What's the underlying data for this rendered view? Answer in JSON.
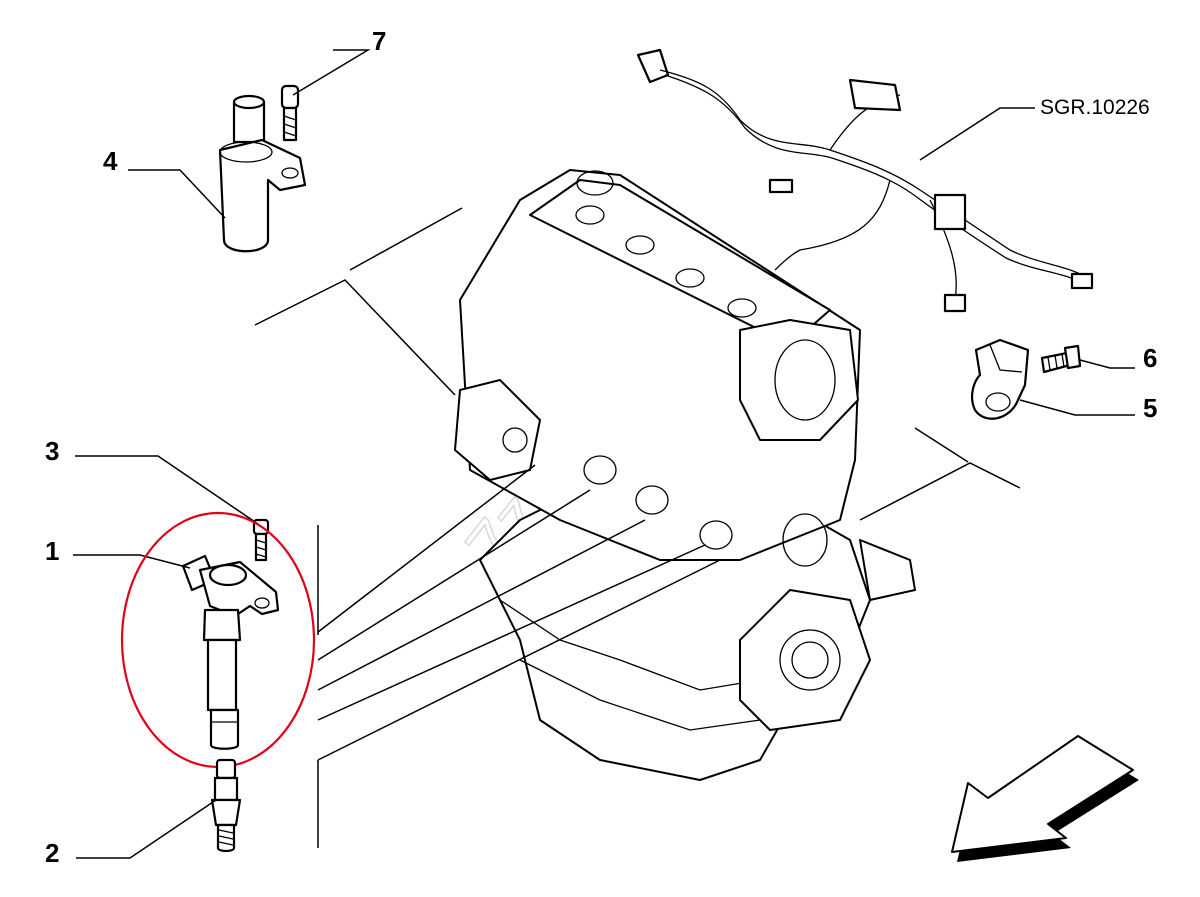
{
  "callouts": {
    "c1": "1",
    "c2": "2",
    "c3": "3",
    "c4": "4",
    "c5": "5",
    "c6": "6",
    "c7": "7"
  },
  "reference": "SGR.10226",
  "watermark": "7zap",
  "colors": {
    "line": "#000000",
    "highlight": "#e0001b",
    "watermark": "#d9d9d9",
    "background": "#ffffff"
  }
}
